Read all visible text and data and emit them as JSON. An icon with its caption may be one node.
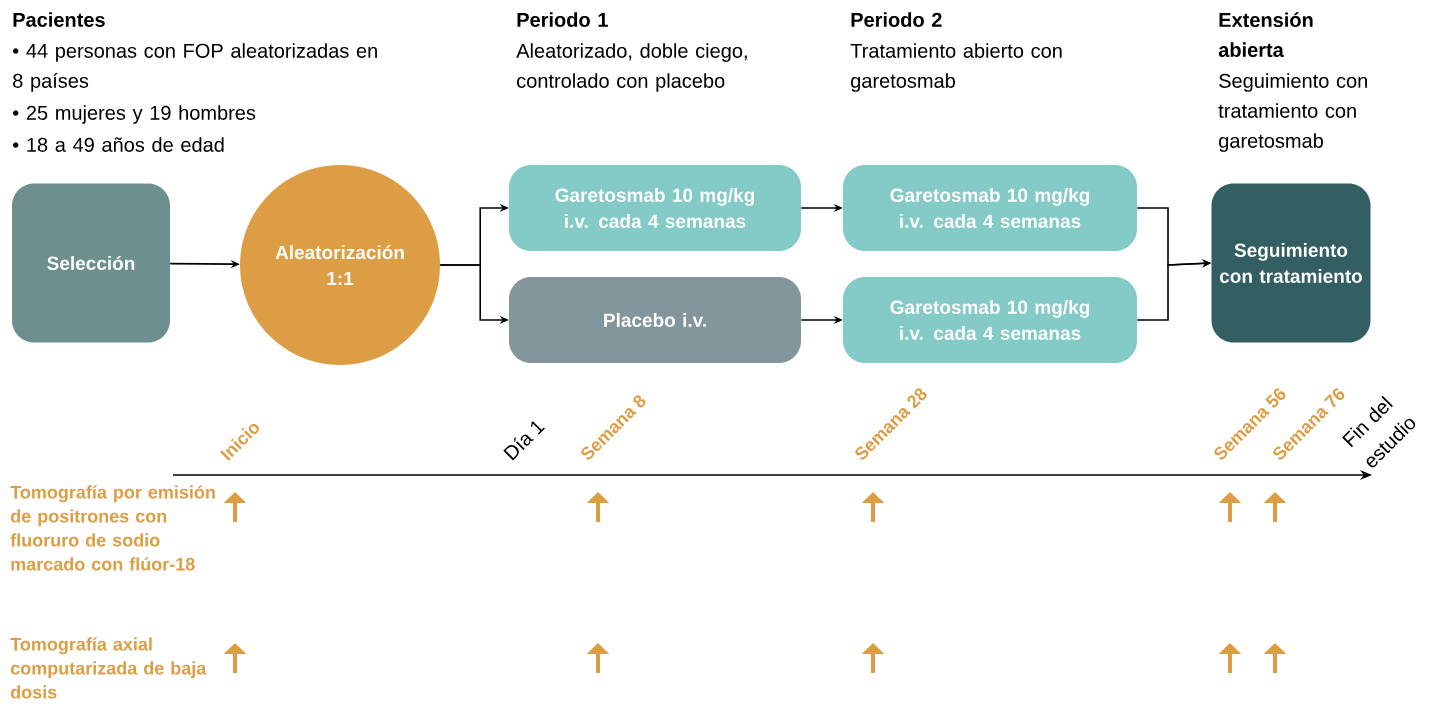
{
  "diagram": {
    "nodes": [
      {
        "text": [
          "Selección"
        ]
      },
      {
        "text": [
          "Aleatorización 1:1"
        ]
      },
      {
        "text": [
          "Garetosmab 10 mg/kg i.v. cada 4 semanas"
        ]
      },
      {
        "text": [
          "Placebo i.v."
        ]
      },
      {
        "text": [
          "Garetosmab 10 mg/kg i.v. cada 4 semanas"
        ]
      },
      {
        "text": [
          "Garetosmab 10 mg/kg i.v. cada 4 semanas"
        ]
      },
      {
        "text": [
          "Seguimiento con tratamiento"
        ]
      }
    ],
    "edges": [
      {
        "from": 0,
        "to": 1,
        "arrow": "to"
      },
      {
        "from": 1,
        "to": 2,
        "arrow": "to"
      },
      {
        "from": 1,
        "to": 3,
        "arrow": "to"
      },
      {
        "from": 2,
        "to": 4,
        "arrow": "to"
      },
      {
        "from": 3,
        "to": 5,
        "arrow": "to"
      },
      {
        "from": 4,
        "to": 6,
        "arrow": "to"
      },
      {
        "from": 5,
        "to": 6,
        "arrow": "to"
      }
    ],
    "labels": [
      "Pacientes",
      "• 44 personas con FOP aleatorizadas en 8 países",
      "• 25 mujeres y 19 hombres",
      "• 18 a 49 años de edad",
      "Periodo 1",
      "Aleatorizado, doble ciego, controlado con placebo",
      "Periodo 2",
      "Tratamiento abierto con garetosmab",
      "Extensión abierta",
      "Seguimiento con tratamiento con garetosmab",
      "Inicio",
      "Día 1",
      "Semana 8",
      "Semana 28",
      "Semana 56",
      "Semana 76",
      "Fin del estudio",
      "Tomografía por emisión de positrones con fluoruro de sodio marcado con flúor-18",
      "Tomografía axial computarizada de baja dosis"
    ]
  }
}
